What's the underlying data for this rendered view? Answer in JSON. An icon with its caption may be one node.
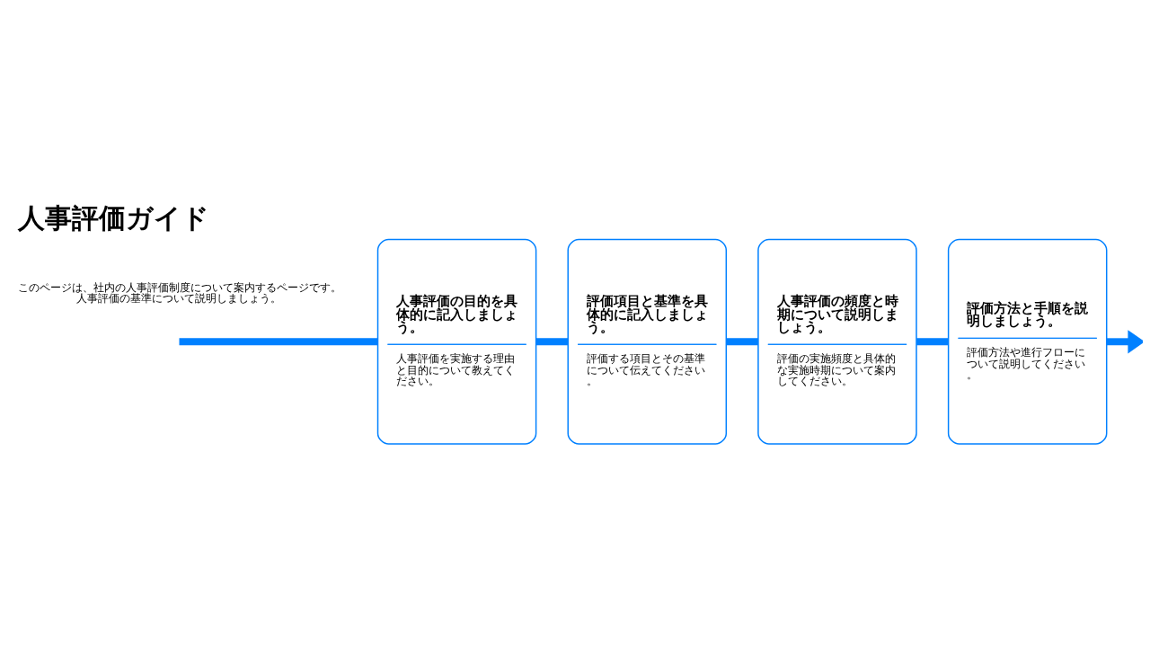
{
  "diagram": {
    "title": "人事評価ガイド",
    "nodes": [
      {
        "text": [
          "人事評価の目的を具体的に記入しましょう。",
          "人事評価を実施する理由と目的について教えてください。"
        ]
      },
      {
        "text": [
          "評価項目と基準を具体的に記入しましょう。",
          "評価する項目とその基準について伝えてください。"
        ]
      },
      {
        "text": [
          "人事評価の頻度と時期について説明しましょう。",
          "評価の実施頻度と具体的な実施時期について案内してください。"
        ]
      },
      {
        "text": [
          "評価方法と手順を説明しましょう。",
          "評価方法や進行フローについて説明してください。"
        ]
      }
    ],
    "edges": [
      {
        "from": null,
        "to": 0,
        "arrow": "none"
      },
      {
        "from": 0,
        "to": 1,
        "arrow": "none"
      },
      {
        "from": 1,
        "to": 2,
        "arrow": "none"
      },
      {
        "from": 2,
        "to": 3,
        "arrow": "none"
      },
      {
        "from": 3,
        "to": null,
        "arrow": "to"
      }
    ],
    "labels": [
      "このページは、社内の人事評価制度について案内するページです。人事評価の基準について説明しましょう。"
    ]
  }
}
